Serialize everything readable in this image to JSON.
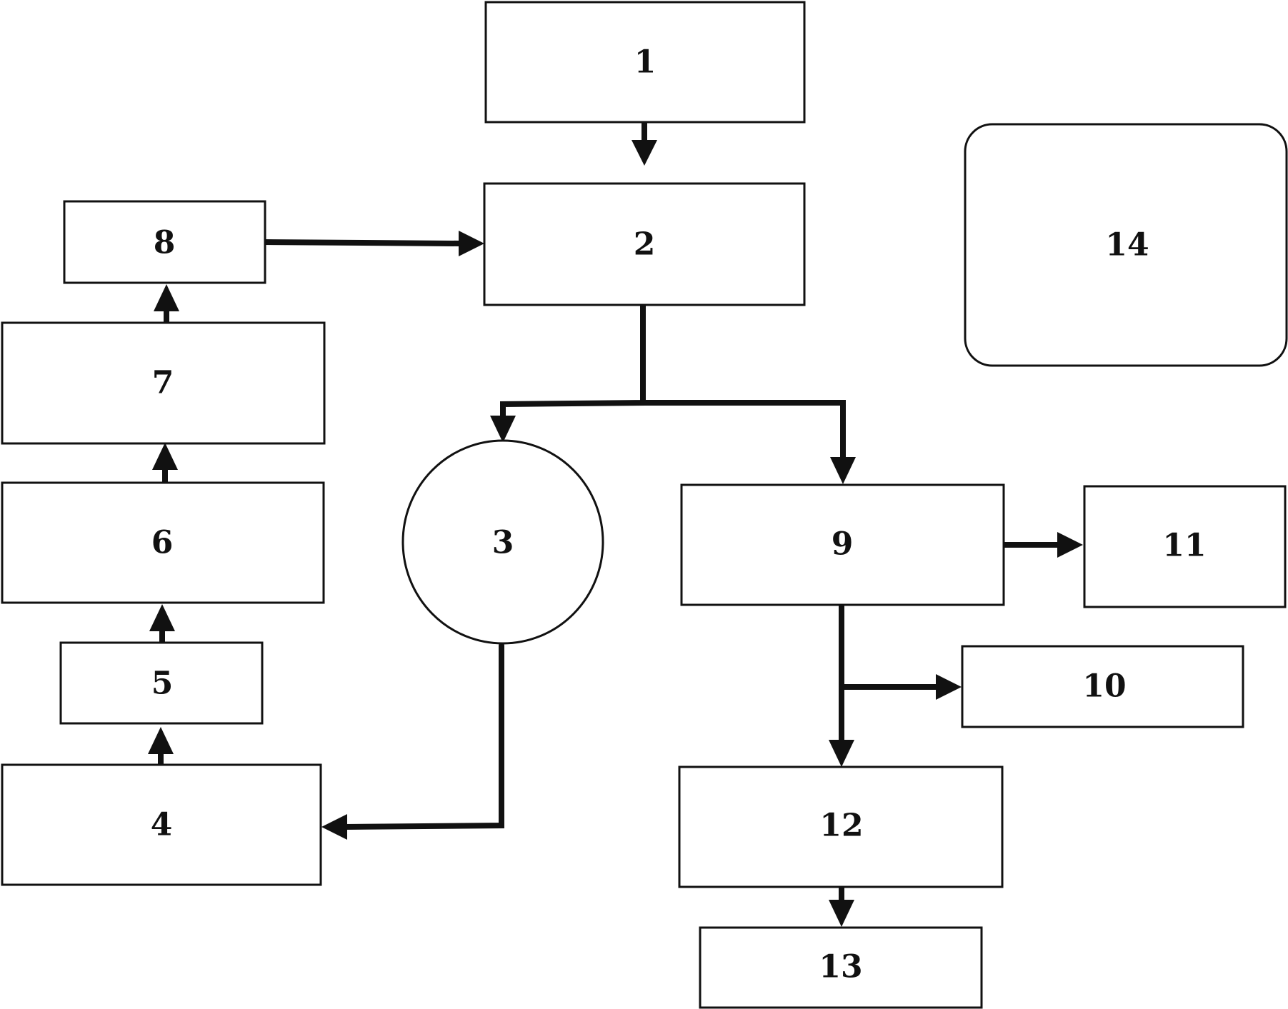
{
  "diagram": {
    "nodes": {
      "n1": "1",
      "n2": "2",
      "n3": "3",
      "n4": "4",
      "n5": "5",
      "n6": "6",
      "n7": "7",
      "n8": "8",
      "n9": "9",
      "n10": "10",
      "n11": "11",
      "n12": "12",
      "n13": "13",
      "n14": "14"
    },
    "edges": [
      {
        "from": "1",
        "to": "2"
      },
      {
        "from": "8",
        "to": "2"
      },
      {
        "from": "2",
        "to": "3"
      },
      {
        "from": "2",
        "to": "9"
      },
      {
        "from": "3",
        "to": "4"
      },
      {
        "from": "4",
        "to": "5"
      },
      {
        "from": "5",
        "to": "6"
      },
      {
        "from": "6",
        "to": "7"
      },
      {
        "from": "7",
        "to": "8"
      },
      {
        "from": "9",
        "to": "11"
      },
      {
        "from": "9",
        "to": "10"
      },
      {
        "from": "9",
        "to": "12"
      },
      {
        "from": "12",
        "to": "13"
      }
    ],
    "colors": {
      "line": "#111111",
      "background": "#ffffff"
    }
  }
}
